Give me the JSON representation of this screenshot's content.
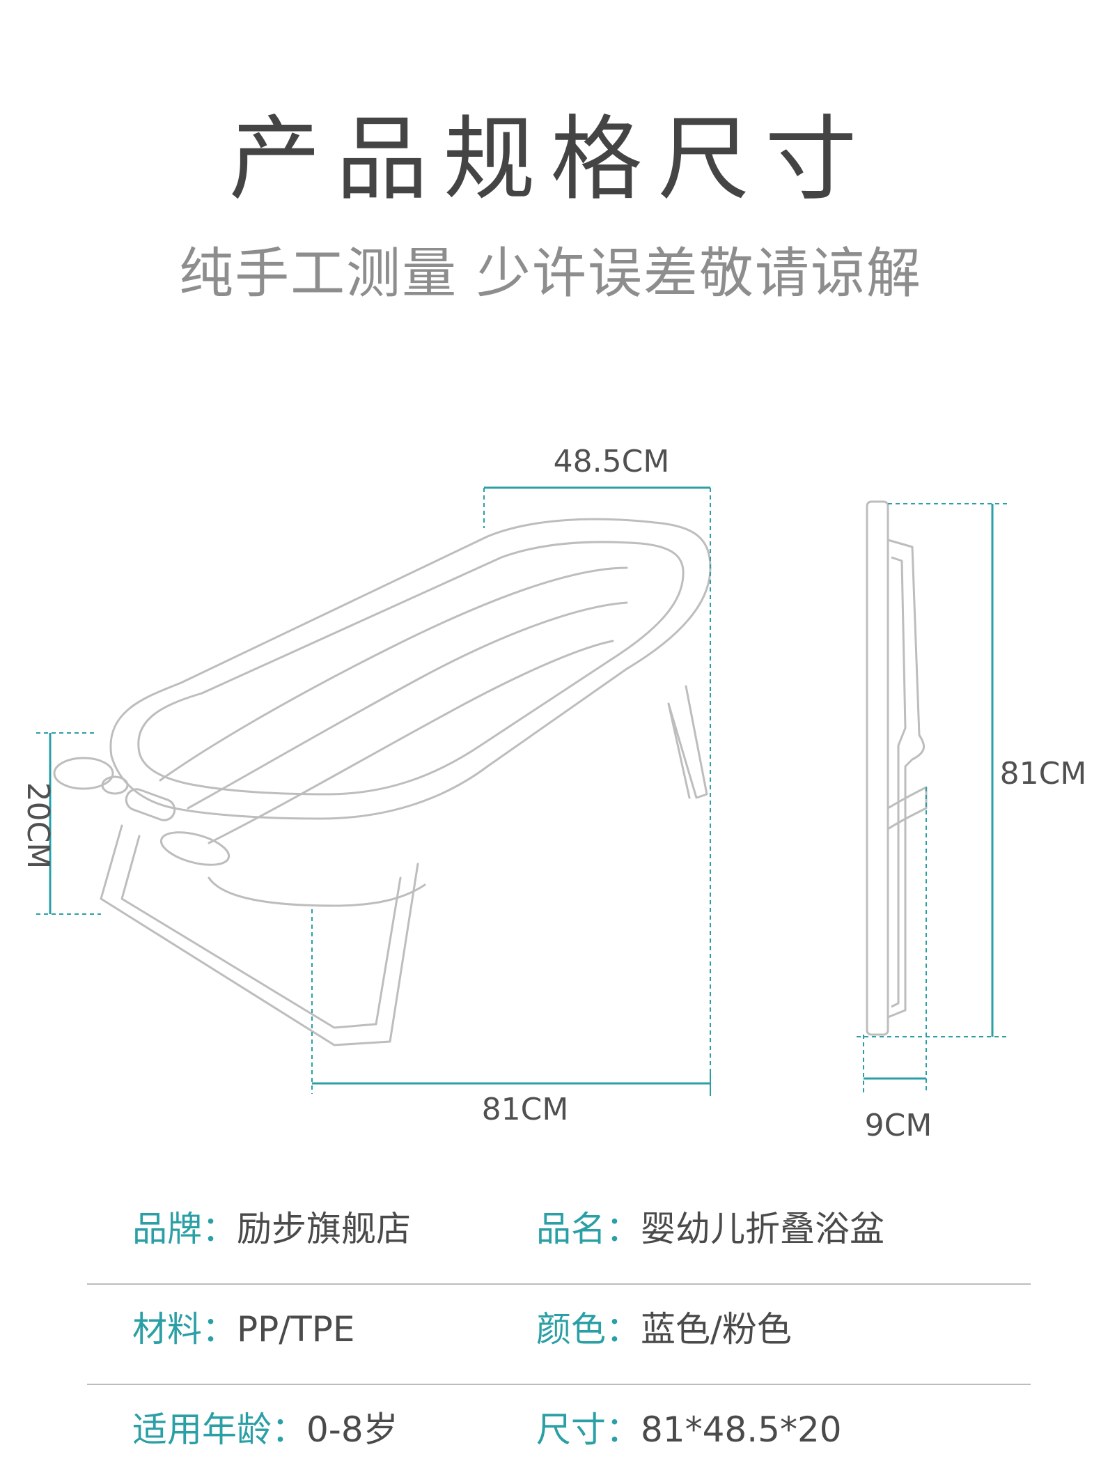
{
  "header": {
    "title": "产品规格尺寸",
    "subtitle": "纯手工测量 少许误差敬请谅解"
  },
  "dimensions": {
    "width": "48.5CM",
    "height": "20CM",
    "length": "81CM",
    "folded_length": "81CM",
    "folded_thickness": "9CM"
  },
  "colors": {
    "accent": "#2a9fa5",
    "line": "#bdbdbd",
    "text": "#4a4a4a"
  },
  "specs": [
    {
      "left_key": "品牌：",
      "left_val": "励步旗舰店",
      "right_key": "品名：",
      "right_val": "婴幼儿折叠浴盆"
    },
    {
      "left_key": "材料：",
      "left_val": "PP/TPE",
      "right_key": "颜色：",
      "right_val": "蓝色/粉色"
    },
    {
      "left_key": "适用年龄：",
      "left_val": "0-8岁",
      "right_key": "尺寸：",
      "right_val": "81*48.5*20"
    }
  ]
}
